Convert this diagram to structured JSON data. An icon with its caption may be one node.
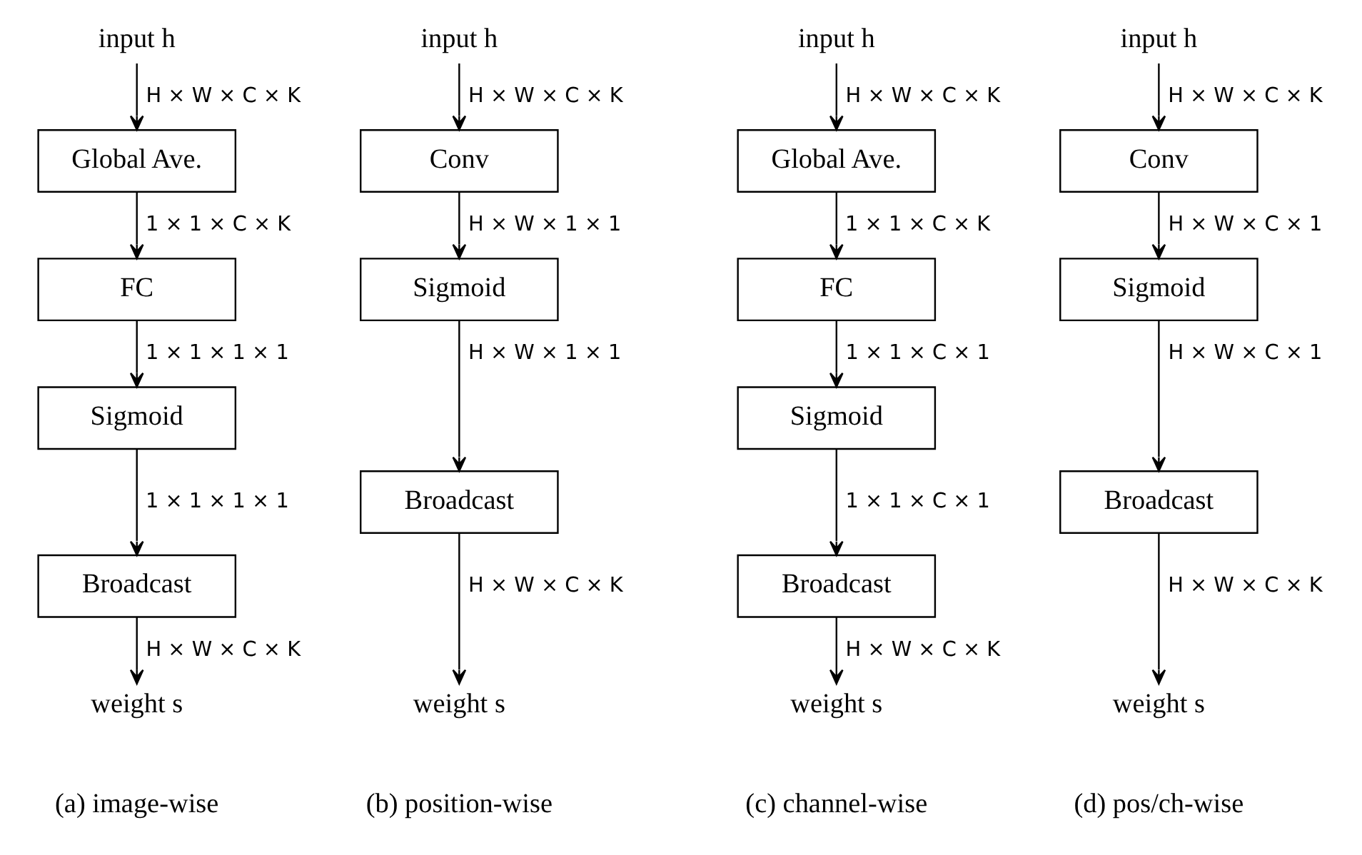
{
  "diagram": {
    "nodes": [
      {
        "text": [
          "input h"
        ]
      },
      {
        "text": [
          "Global Ave."
        ]
      },
      {
        "text": [
          "FC"
        ]
      },
      {
        "text": [
          "Sigmoid"
        ]
      },
      {
        "text": [
          "Broadcast"
        ]
      },
      {
        "text": [
          "weight s"
        ]
      },
      {
        "text": [
          "input h"
        ]
      },
      {
        "text": [
          "Conv"
        ]
      },
      {
        "text": [
          "Sigmoid"
        ]
      },
      {
        "text": [
          "Broadcast"
        ]
      },
      {
        "text": [
          "weight s"
        ]
      },
      {
        "text": [
          "input h"
        ]
      },
      {
        "text": [
          "Global Ave."
        ]
      },
      {
        "text": [
          "FC"
        ]
      },
      {
        "text": [
          "Sigmoid"
        ]
      },
      {
        "text": [
          "Broadcast"
        ]
      },
      {
        "text": [
          "weight s"
        ]
      },
      {
        "text": [
          "input h"
        ]
      },
      {
        "text": [
          "Conv"
        ]
      },
      {
        "text": [
          "Sigmoid"
        ]
      },
      {
        "text": [
          "Broadcast"
        ]
      },
      {
        "text": [
          "weight s"
        ]
      }
    ],
    "edges": [
      {
        "from": 0,
        "to": 1,
        "arrow": "to",
        "label": "H × W × C × K"
      },
      {
        "from": 1,
        "to": 2,
        "arrow": "to",
        "label": "1 × 1 × C × K"
      },
      {
        "from": 2,
        "to": 3,
        "arrow": "to",
        "label": "1 × 1 × 1 × 1"
      },
      {
        "from": 3,
        "to": 4,
        "arrow": "to",
        "label": "1 × 1 × 1 × 1"
      },
      {
        "from": 4,
        "to": 5,
        "arrow": "to",
        "label": "H × W × C × K"
      },
      {
        "from": 6,
        "to": 7,
        "arrow": "to",
        "label": "H × W × C × K"
      },
      {
        "from": 7,
        "to": 8,
        "arrow": "to",
        "label": "H × W × 1 × 1"
      },
      {
        "from": 8,
        "to": 9,
        "arrow": "to",
        "label": "H × W × 1 × 1"
      },
      {
        "from": 9,
        "to": 10,
        "arrow": "to",
        "label": "H × W × C × K"
      },
      {
        "from": 11,
        "to": 12,
        "arrow": "to",
        "label": "H × W × C × K"
      },
      {
        "from": 12,
        "to": 13,
        "arrow": "to",
        "label": "1 × 1 × C × K"
      },
      {
        "from": 13,
        "to": 14,
        "arrow": "to",
        "label": "1 × 1 × C × 1"
      },
      {
        "from": 14,
        "to": 15,
        "arrow": "to",
        "label": "1 × 1 × C × 1"
      },
      {
        "from": 15,
        "to": 16,
        "arrow": "to",
        "label": "H × W × C × K"
      },
      {
        "from": 17,
        "to": 18,
        "arrow": "to",
        "label": "H × W × C × K"
      },
      {
        "from": 18,
        "to": 19,
        "arrow": "to",
        "label": "H × W × C × 1"
      },
      {
        "from": 19,
        "to": 20,
        "arrow": "to",
        "label": "H × W × C × 1"
      },
      {
        "from": 20,
        "to": 21,
        "arrow": "to",
        "label": "H × W × C × K"
      }
    ],
    "labels": [
      "(a) image-wise",
      "(b) position-wise",
      "(c) channel-wise",
      "(d) pos/ch-wise"
    ]
  }
}
